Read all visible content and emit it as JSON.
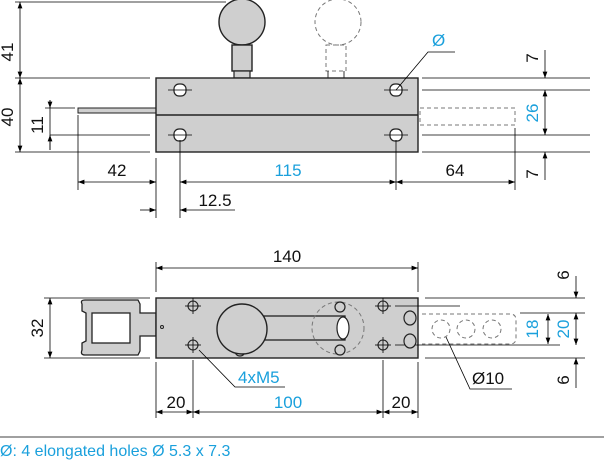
{
  "top_view": {
    "dim_height_knob": "41",
    "dim_height_body": "40",
    "dim_strip_offset": "11",
    "dim_left_strip": "42",
    "dim_hole_spacing": "115",
    "dim_bolt_travel": "64",
    "dim_hole_edge": "12.5",
    "dim_top_margin": "7",
    "dim_hole_vertical": "26",
    "dim_bottom_margin": "7",
    "hole_label": "Ø"
  },
  "bottom_view": {
    "dim_length": "140",
    "dim_width": "32",
    "dim_left": "20",
    "dim_center": "100",
    "dim_right": "20",
    "dim_top": "6",
    "dim_bolt_18": "18",
    "dim_bolt_20": "20",
    "dim_bottom": "6",
    "screw_label": "4xM5",
    "bolt_hole_label": "Ø10"
  },
  "footnote": "Ø: 4 elongated holes Ø 5.3 x 7.3",
  "colors": {
    "accent": "#1aa0dc",
    "body": "#cfcfcf"
  }
}
